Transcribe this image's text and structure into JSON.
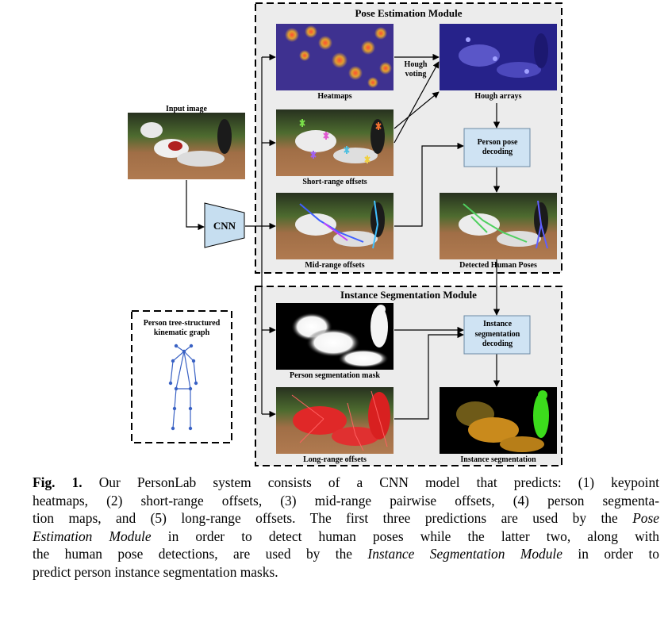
{
  "modules": {
    "pose": "Pose Estimation Module",
    "instance": "Instance Segmentation Module"
  },
  "input_label": "Input image",
  "cnn_label": "CNN",
  "outputs": {
    "heatmaps": "Heatmaps",
    "short_range": "Short-range offsets",
    "mid_range": "Mid-range offsets",
    "person_seg": "Person segmentation mask",
    "long_range": "Long-range offsets"
  },
  "hough_voting": [
    "Hough",
    "voting"
  ],
  "hough_arrays": "Hough arrays",
  "pose_decoding": [
    "Person pose",
    "decoding"
  ],
  "detected_poses": "Detected Human Poses",
  "instance_decoding": [
    "Instance",
    "segmentation",
    "decoding"
  ],
  "instance_seg": "Instance segmentation",
  "kinematic_graph": [
    "Person tree-structured",
    "kinematic graph"
  ],
  "caption": {
    "lines": [
      [
        "Fig. 1.",
        " Our PersonLab system consists of a CNN model that predicts: (1) keypoint"
      ],
      [
        "",
        "heatmaps, (2) short-range offsets, (3) mid-range pairwise offsets, (4) person segmenta-"
      ],
      [
        "",
        "tion maps, and (5) long-range offsets. The first three predictions are used by the "
      ],
      [
        "",
        " in order to detect human poses while the latter two, along with"
      ],
      [
        "",
        "the human pose detections, are used by the "
      ],
      [
        "",
        "predict person instance segmentation masks."
      ]
    ],
    "italic_1": "Pose",
    "italic_2": "Estimation Module",
    "italic_3": "Instance Segmentation Module",
    "tail_5": " in order to"
  },
  "colors": {
    "module_bg": "#ececec",
    "decoder_box": "#cfe3f3",
    "cnn_fill": "#c6def0",
    "field_green": "#4d6b2f",
    "dirt": "#9a6a44",
    "heatmap_purple": "#4a3aa0",
    "mask_orange": "#c98a1c",
    "mask_green": "#3cdc1c",
    "offset_red": "#e02020"
  }
}
